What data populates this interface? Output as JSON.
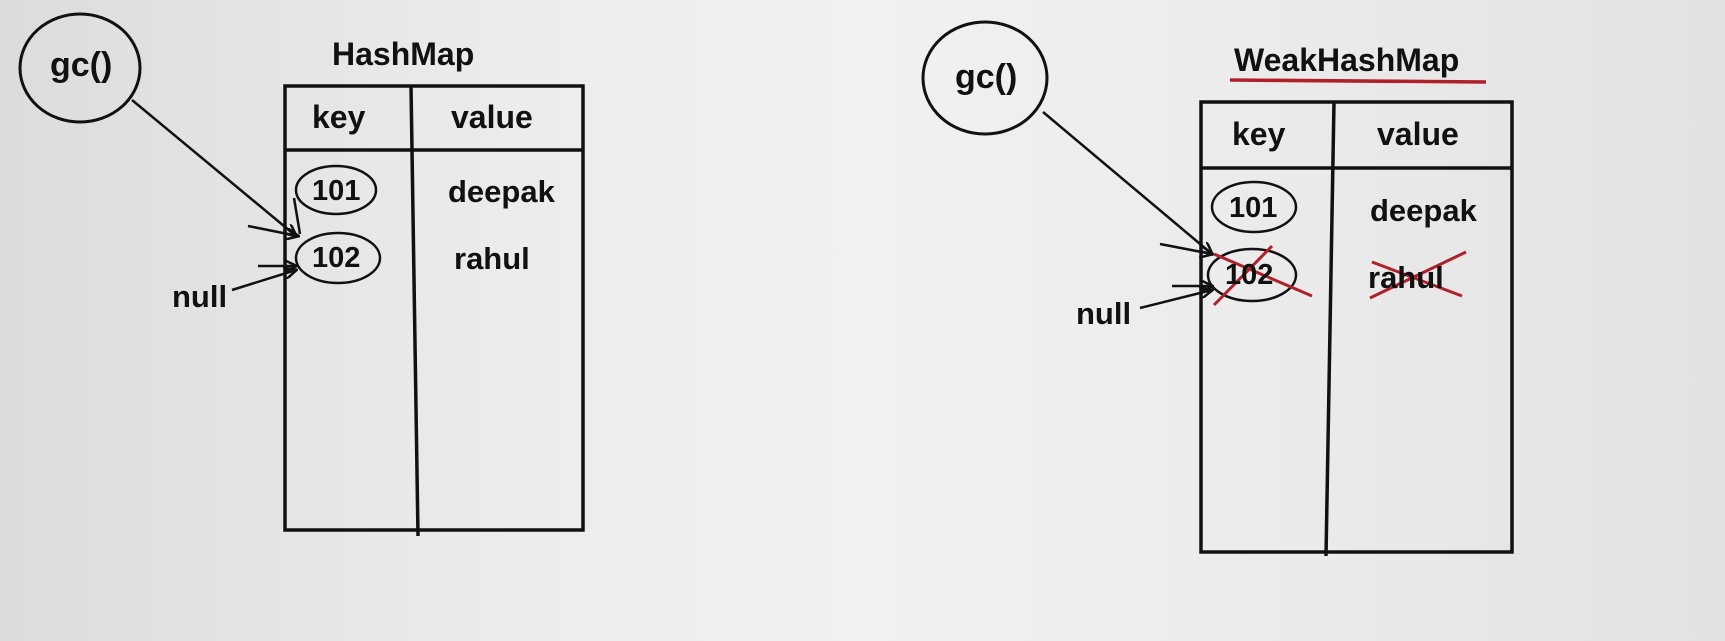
{
  "left": {
    "gc_label": "gc()",
    "title": "HashMap",
    "header_key": "key",
    "header_value": "value",
    "rows": [
      {
        "key": "101",
        "value": "deepak"
      },
      {
        "key": "102",
        "value": "rahul"
      }
    ],
    "null_label": "null"
  },
  "right": {
    "gc_label": "gc()",
    "title": "WeakHashMap",
    "header_key": "key",
    "header_value": "value",
    "rows": [
      {
        "key": "101",
        "value": "deepak"
      },
      {
        "key": "102",
        "value": "rahul"
      }
    ],
    "null_label": "null"
  },
  "colors": {
    "ink": "#111111",
    "strike": "#b0202a",
    "underline": "#b0202a"
  }
}
